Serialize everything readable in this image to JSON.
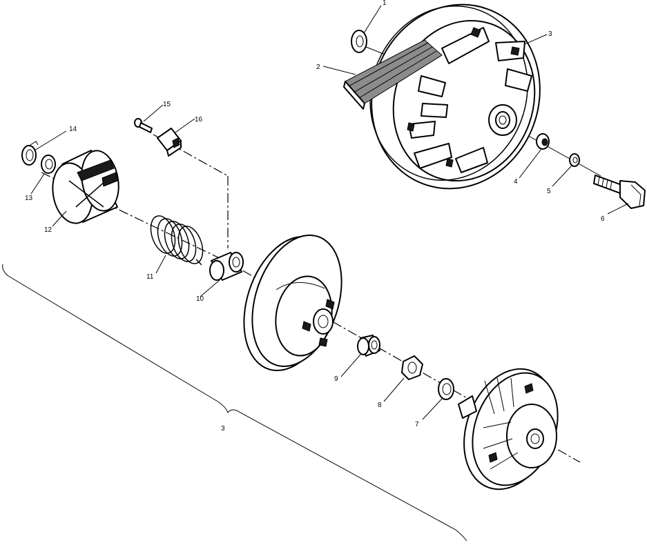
{
  "callouts": [
    {
      "id": "1",
      "label": "1"
    },
    {
      "id": "2",
      "label": "2"
    },
    {
      "id": "3a",
      "label": "3"
    },
    {
      "id": "4",
      "label": "4"
    },
    {
      "id": "5",
      "label": "5"
    },
    {
      "id": "6",
      "label": "6"
    },
    {
      "id": "7",
      "label": "7"
    },
    {
      "id": "8",
      "label": "8"
    },
    {
      "id": "9",
      "label": "9"
    },
    {
      "id": "10",
      "label": "10"
    },
    {
      "id": "11",
      "label": "11"
    },
    {
      "id": "12",
      "label": "12"
    },
    {
      "id": "13",
      "label": "13"
    },
    {
      "id": "14",
      "label": "14"
    },
    {
      "id": "15",
      "label": "15"
    },
    {
      "id": "16",
      "label": "16"
    },
    {
      "id": "3b",
      "label": "3"
    }
  ]
}
